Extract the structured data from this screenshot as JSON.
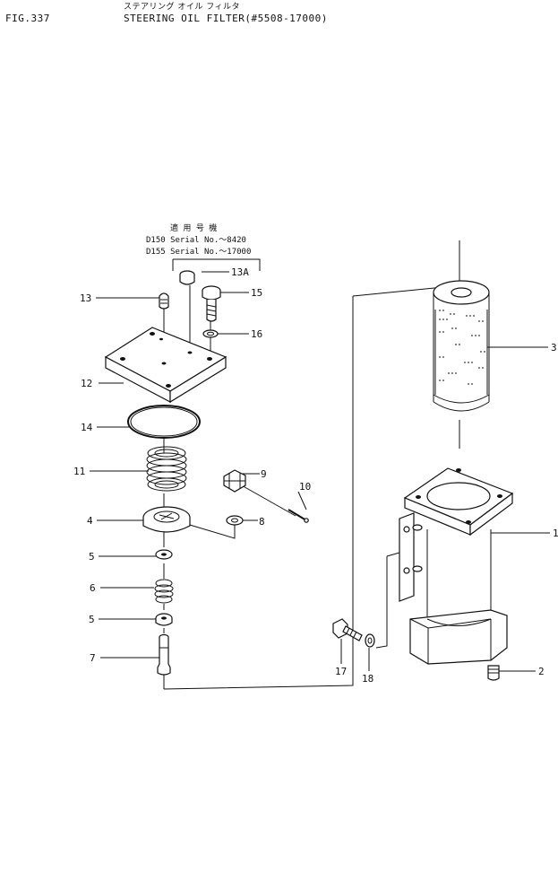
{
  "header": {
    "fig": "FIG.337",
    "title_jp": "ステアリング オイル フィルタ",
    "title": "STEERING OIL FILTER(#5508-17000)"
  },
  "note": {
    "heading": "適 用 号 機",
    "line1": "D150 Serial  No.～8420",
    "line2": "D155 Serial  No.～17000"
  },
  "labels": {
    "p1": "1",
    "p2": "2",
    "p3": "3",
    "p4": "4",
    "p5a": "5",
    "p5b": "5",
    "p6": "6",
    "p7": "7",
    "p8": "8",
    "p9": "9",
    "p10": "10",
    "p11": "11",
    "p12": "12",
    "p13": "13",
    "p13a": "13A",
    "p14": "14",
    "p15": "15",
    "p16": "16",
    "p17": "17",
    "p18": "18"
  }
}
